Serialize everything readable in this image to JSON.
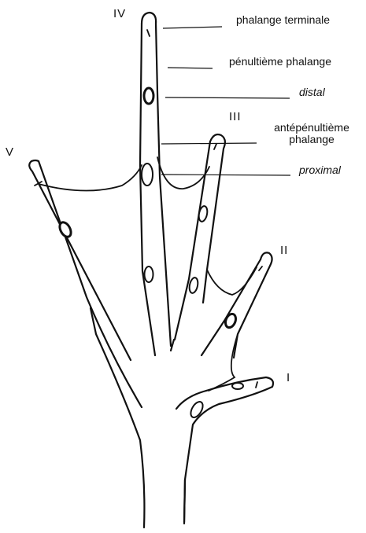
{
  "digits": {
    "i": "I",
    "ii": "II",
    "iii": "III",
    "iv": "IV",
    "v": "V"
  },
  "labels": {
    "terminal": "phalange terminale",
    "penultimate": "pénultième phalange",
    "distal": "distal",
    "antepenultimate": "antépénultième phalange",
    "proximal": "proximal"
  }
}
